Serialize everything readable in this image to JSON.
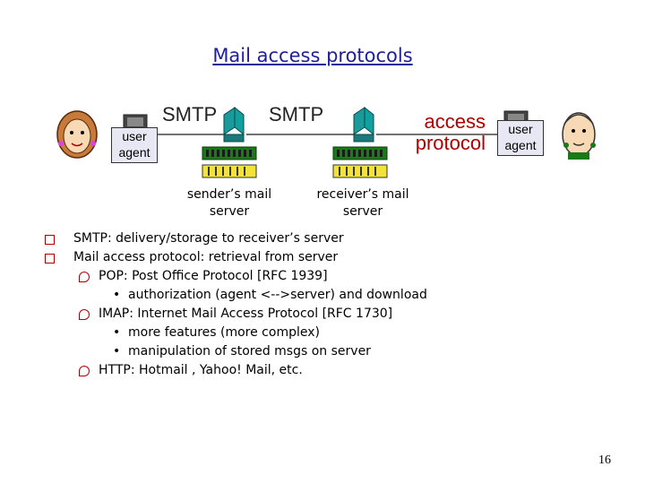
{
  "title": "Mail access protocols",
  "diagram": {
    "user_agent_left": {
      "line1": "user",
      "line2": "agent"
    },
    "user_agent_right": {
      "line1": "user",
      "line2": "agent"
    },
    "smtp_1": "SMTP",
    "smtp_2": "SMTP",
    "access_protocol": {
      "line1": "access",
      "line2": "protocol"
    },
    "sender_server": {
      "line1": "sender’s mail",
      "line2": "server"
    },
    "receiver_server": {
      "line1": "receiver’s mail",
      "line2": "server"
    }
  },
  "bullets": [
    {
      "level": 1,
      "text": "SMTP: delivery/storage to receiver’s server"
    },
    {
      "level": 1,
      "text": "Mail access protocol: retrieval from server"
    },
    {
      "level": 2,
      "text": "POP: Post Office Protocol [RFC 1939]"
    },
    {
      "level": 3,
      "text": "authorization (agent <-->server) and download"
    },
    {
      "level": 2,
      "text": "IMAP: Internet Mail Access Protocol [RFC 1730]"
    },
    {
      "level": 3,
      "text": "more features (more complex)"
    },
    {
      "level": 3,
      "text": "manipulation of stored msgs on server"
    },
    {
      "level": 2,
      "text": "HTTP: Hotmail , Yahoo! Mail, etc."
    }
  ],
  "page_number": "16",
  "colors": {
    "title": "#1f1f99",
    "accent": "#b00000",
    "server_green": "#1a7a1a",
    "server_yellow": "#f2e23a"
  }
}
